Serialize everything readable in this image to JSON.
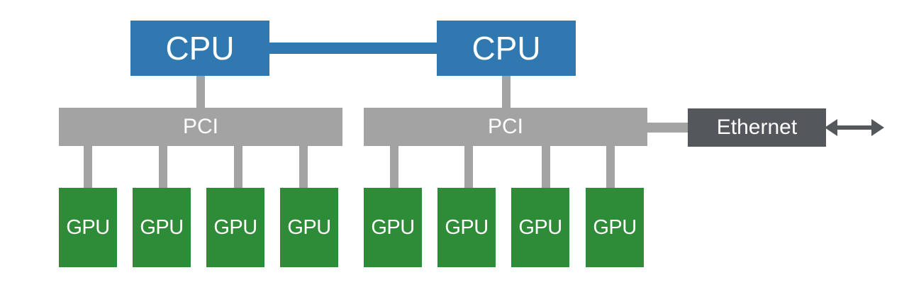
{
  "colors": {
    "cpu": "#2f79b0",
    "bus": "#a3a3a3",
    "ethernet": "#54575b",
    "gpu": "#2e8b37",
    "cpu_link": "#2f79b0",
    "arrow": "#54575b"
  },
  "cpus": [
    {
      "label": "CPU"
    },
    {
      "label": "CPU"
    }
  ],
  "buses": [
    {
      "label": "PCI"
    },
    {
      "label": "PCI"
    }
  ],
  "ethernet": {
    "label": "Ethernet"
  },
  "gpus": [
    {
      "label": "GPU"
    },
    {
      "label": "GPU"
    },
    {
      "label": "GPU"
    },
    {
      "label": "GPU"
    },
    {
      "label": "GPU"
    },
    {
      "label": "GPU"
    },
    {
      "label": "GPU"
    },
    {
      "label": "GPU"
    }
  ]
}
